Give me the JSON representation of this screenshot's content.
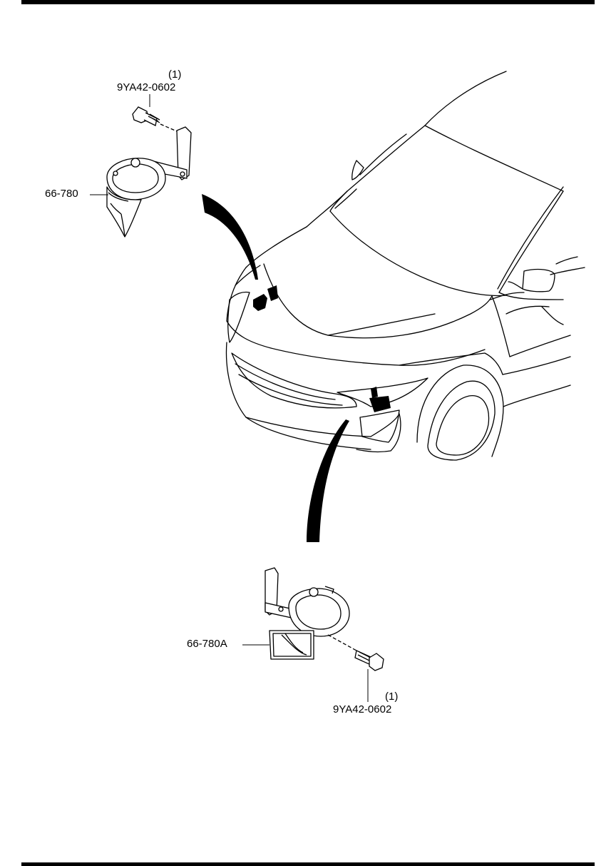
{
  "labels": {
    "upper_bolt_qty": "(1)",
    "upper_bolt_part": "9YA42-0602",
    "upper_horn_part": "66-780",
    "lower_horn_part": "66-780A",
    "lower_bolt_qty": "(1)",
    "lower_bolt_part": "9YA42-0602"
  }
}
